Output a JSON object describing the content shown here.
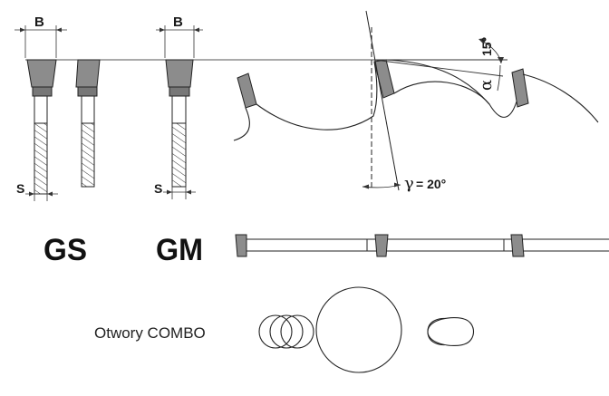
{
  "labels": {
    "b_left": "B",
    "b_right": "B",
    "s_left": "S",
    "s_right": "S",
    "gs": "GS",
    "gm": "GM",
    "angle_15": "15°",
    "alpha": "α",
    "gamma": "γ",
    "gamma_value": "= 20°",
    "combo": "Otwory COMBO"
  },
  "colors": {
    "line": "#222222",
    "tip_fill": "#8c8c8c",
    "tip_dark": "#6e6e6e"
  }
}
